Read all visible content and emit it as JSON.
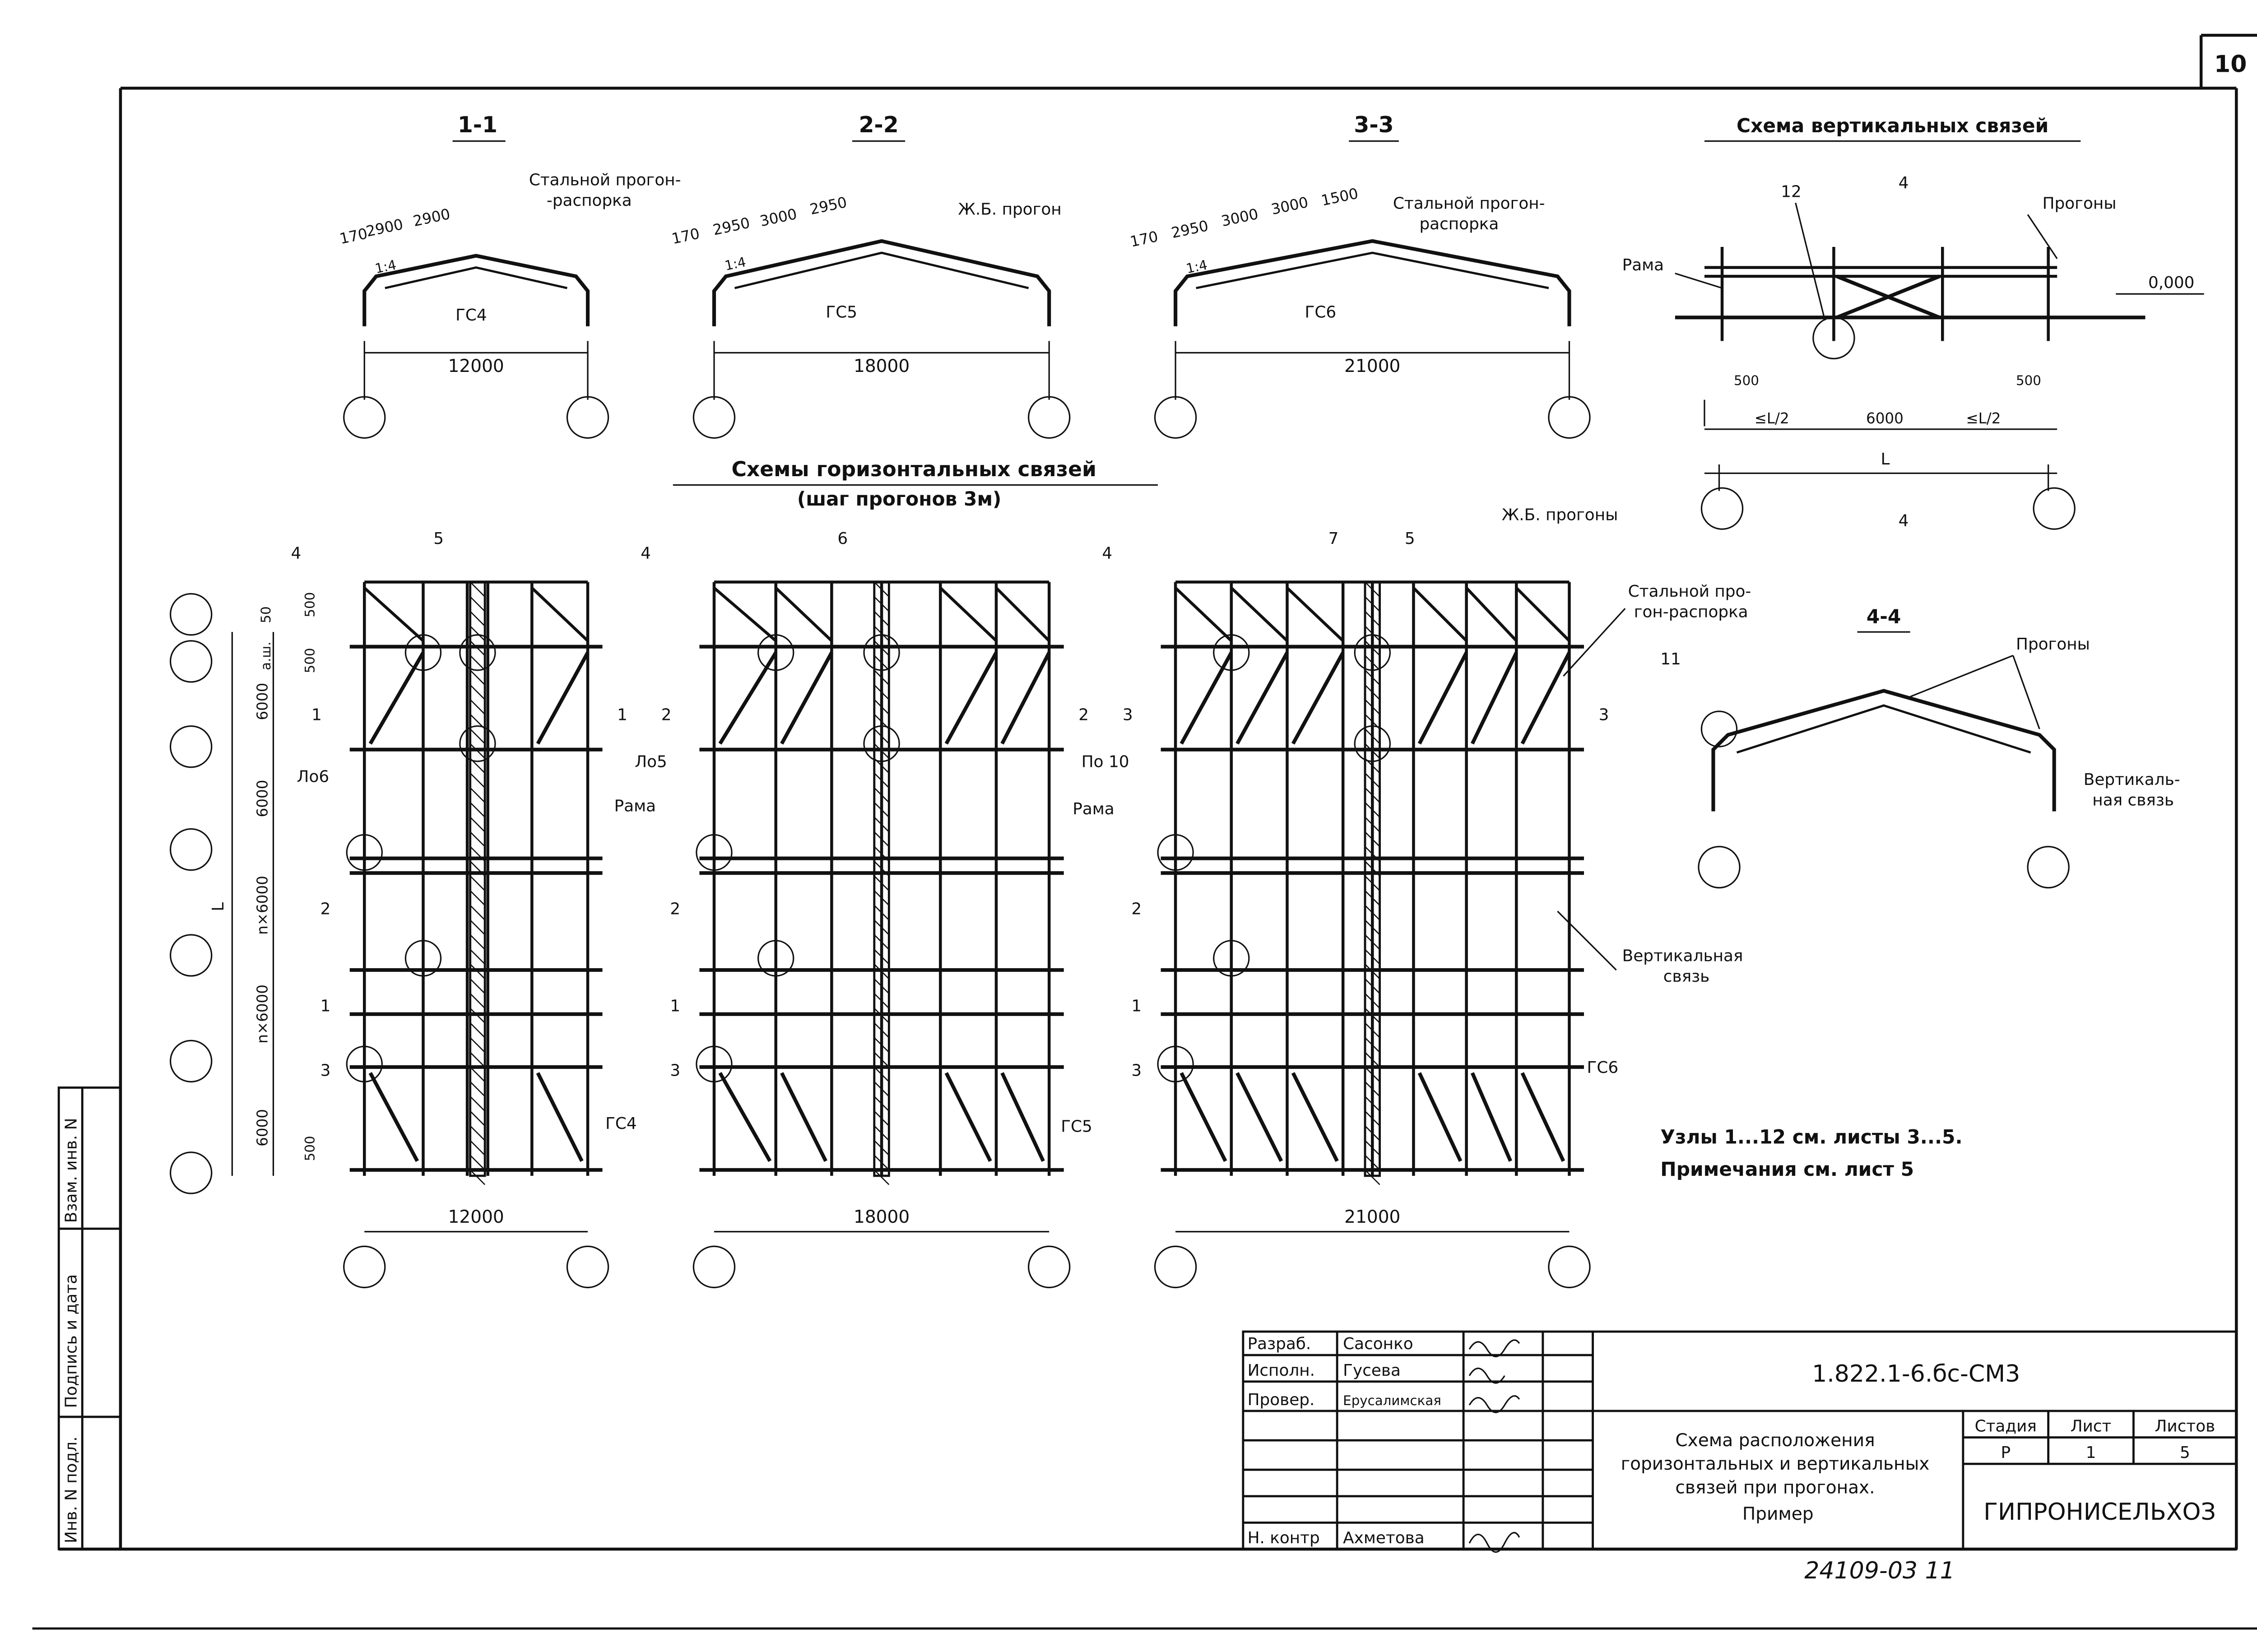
{
  "sheet_number": "10",
  "sections": [
    {
      "id": "1-1",
      "title": "1-1",
      "spacings": [
        "170",
        "2900",
        "2900"
      ],
      "slope": "1:4",
      "frame": "ГС4",
      "span": "12000",
      "note": "Стальной прогон-\n-распорка"
    },
    {
      "id": "2-2",
      "title": "2-2",
      "spacings": [
        "170",
        "2950",
        "3000",
        "2950"
      ],
      "slope": "1:4",
      "frame": "ГС5",
      "span": "18000",
      "note": "Ж.Б. прогон"
    },
    {
      "id": "3-3",
      "title": "3-3",
      "spacings": [
        "170",
        "2950",
        "3000",
        "3000",
        "1500"
      ],
      "slope": "1:4",
      "frame": "ГС6",
      "span": "21000",
      "note": "Стальной прогон-\nраспорка"
    }
  ],
  "vertical_scheme": {
    "title": "Схема вертикальных связей",
    "labels": {
      "rama": "Рама",
      "progony": "Прогоны",
      "level": "0,000",
      "node": "12",
      "cut": "4"
    },
    "dims": {
      "end": "500",
      "half": "≤L/2",
      "mid": "6000",
      "total": "L"
    }
  },
  "horizontal_title": "Схемы горизонтальных связей",
  "horizontal_subtitle": "(шаг прогонов 3м)",
  "plans": [
    {
      "frame": "ГС4",
      "span": "12000",
      "cut": "1",
      "brace_label": "Ло6",
      "callouts": [
        "4",
        "5",
        "2",
        "1",
        "3"
      ]
    },
    {
      "frame": "ГС5",
      "span": "18000",
      "cut": "2",
      "brace_label": "Ло5",
      "callouts": [
        "4",
        "6",
        "2",
        "1",
        "3"
      ]
    },
    {
      "frame": "ГС6",
      "span": "21000",
      "cut": "3",
      "brace_label": "По 10",
      "callouts": [
        "4",
        "7",
        "5",
        "2",
        "1",
        "3"
      ]
    }
  ],
  "plan_dims": {
    "d50": "50",
    "d500": "500",
    "ash": "а.ш.",
    "d6000": "6000",
    "n6000": "n×6000",
    "L": "L"
  },
  "labels": {
    "rama": "Рама",
    "zhb_progony": "Ж.Б. прогоны",
    "stal_progon": "Стальной про-\nгон-распорка",
    "vert_svyaz": "Вертикальная\nсвязь",
    "section44": "4-4",
    "progony": "Прогоны",
    "vert_svyaz2": "Вертикаль-\nная связь",
    "node11": "11"
  },
  "notes": [
    "Узлы 1...12 см. листы 3...5.",
    "Примечания см. лист 5"
  ],
  "stamp": {
    "rows": [
      {
        "role": "Разраб.",
        "name": "Сасонко"
      },
      {
        "role": "Исполн.",
        "name": "Гусева"
      },
      {
        "role": "Провер.",
        "name": "Ерусалимская"
      },
      {
        "role": "",
        "name": ""
      },
      {
        "role": "",
        "name": ""
      },
      {
        "role": "",
        "name": ""
      },
      {
        "role": "Н. контр",
        "name": "Ахметова"
      }
    ],
    "code": "1.822.1-6.бс-СМ3",
    "title": "Схема расположения\nгоризонтальных и вертикальных\nсвязей при прогонах.\nПример",
    "stage_hdr": "Стадия",
    "sheet_hdr": "Лист",
    "sheets_hdr": "Листов",
    "stage": "Р",
    "sheet": "1",
    "sheets": "5",
    "org": "ГИПРОНИСЕЛЬХОЗ"
  },
  "side_stamp": [
    "Инв. N подл.",
    "Подпись и дата",
    "Взам. инв. N"
  ],
  "archive_number": "24109-03   11"
}
